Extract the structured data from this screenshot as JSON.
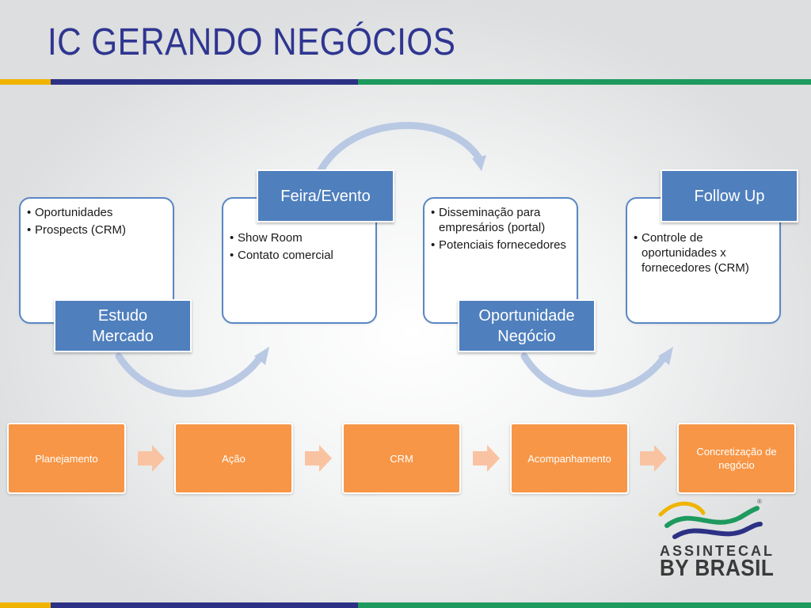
{
  "title": "IC GERANDO NEGÓCIOS",
  "colors": {
    "title": "#2f3590",
    "stripe_yellow": "#f0b400",
    "stripe_navy": "#2c3185",
    "stripe_green": "#1e9a5e",
    "card_border": "#5a87c4",
    "label_fill": "#4f7fbd",
    "step_fill": "#f79646",
    "chevron_fill": "#f9c3a2",
    "cycle_arrow": "#b9c9e4"
  },
  "cycle": [
    {
      "label": "Estudo\nMercado",
      "bullets": [
        "Oportunidades",
        "Prospects (CRM)"
      ]
    },
    {
      "label": "Feira/Evento",
      "bullets": [
        "Show Room",
        "Contato comercial"
      ]
    },
    {
      "label": "Oportunidade\nNegócio",
      "bullets": [
        "Disseminação para empresários (portal)",
        "Potenciais fornecedores"
      ]
    },
    {
      "label": "Follow Up",
      "bullets": [
        "Controle de oportunidades x fornecedores (CRM)"
      ]
    }
  ],
  "process": [
    "Planejamento",
    "Ação",
    "CRM",
    "Acompanhamento",
    "Concretização de negócio"
  ],
  "logo": {
    "line1": "ASSINTECAL",
    "line2": "BY BRASIL",
    "mark": "®"
  }
}
